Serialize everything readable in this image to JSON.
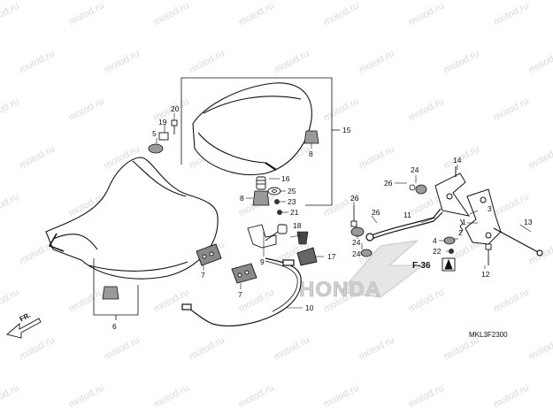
{
  "diagram": {
    "watermark_text": "motod.ru",
    "brand_logo": "HONDA",
    "diagram_code": "MKL3F2300",
    "reference_label": "F-36",
    "direction_label": "FR."
  },
  "callouts": {
    "c20": "20",
    "c19": "19",
    "c5": "5",
    "c15": "15",
    "c8a": "8",
    "c16": "16",
    "c8b": "8",
    "c25": "25",
    "c23": "23",
    "c21": "21",
    "c24a": "24",
    "c26a": "26",
    "c14": "14",
    "c26b": "26",
    "c26c": "26",
    "c11": "11",
    "c2": "2",
    "c3": "3",
    "c13": "13",
    "c18": "18",
    "c9": "9",
    "c24b": "24",
    "c24c": "24",
    "c17": "17",
    "c4": "4",
    "c22": "22",
    "c1": "1",
    "c12": "12",
    "c7a": "7",
    "c7b": "7",
    "c6": "6",
    "c10": "10"
  },
  "colors": {
    "line": "#111111",
    "watermark": "#d9d9d9",
    "logo": "#c8c8c8",
    "part_fill": "#ffffff",
    "rubber": "#9a9a9a"
  }
}
